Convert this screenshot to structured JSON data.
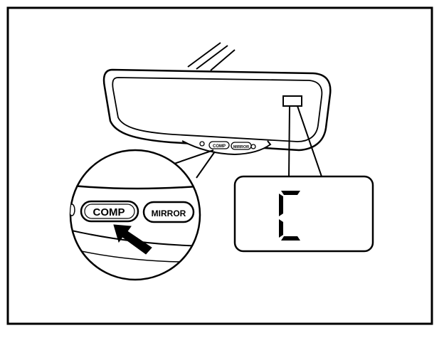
{
  "figure": {
    "colors": {
      "ink": "#000000",
      "paper": "#ffffff"
    }
  },
  "mirror": {
    "buttons": {
      "comp_label": "COMP",
      "mirror_label": "MIRROR"
    }
  },
  "zoom_callout": {
    "comp_label": "COMP",
    "mirror_label": "MIRROR"
  },
  "display_callout": {
    "segment_character": "C"
  }
}
